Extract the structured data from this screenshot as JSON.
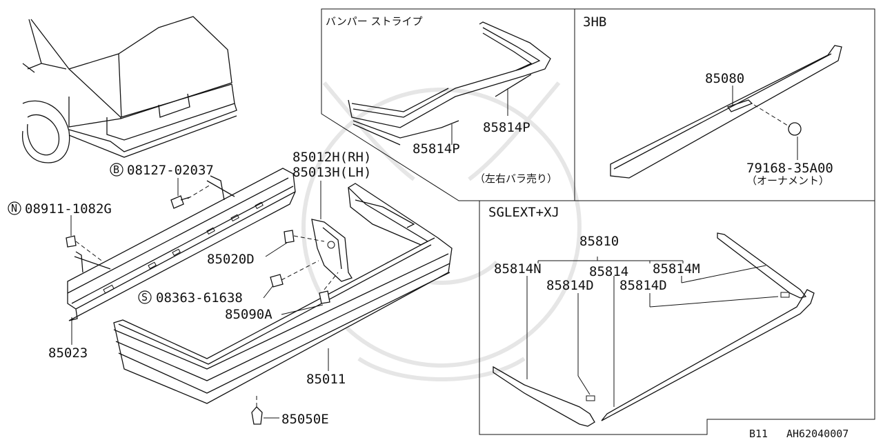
{
  "panels": {
    "bumper_stripe": {
      "title": "バンパー ストライプ",
      "note": "（左右バラ売り）",
      "parts": [
        "85814P",
        "85814P"
      ]
    },
    "hb3": {
      "title": "3HB",
      "parts": [
        "85080",
        "79168-35A00"
      ],
      "ornament_note": "（オーナメント）"
    },
    "sglext": {
      "title": "SGLEXT+XJ",
      "parts": [
        "85810",
        "85814N",
        "85814",
        "85814M",
        "85814D",
        "85814D"
      ]
    }
  },
  "main_parts": {
    "bolt_b": {
      "prefix": "B",
      "number": "08127-02037"
    },
    "nut_n": {
      "prefix": "N",
      "number": "08911-1082G"
    },
    "screw_s": {
      "prefix": "S",
      "number": "08363-61638"
    },
    "bracket_rh": "85012H(RH)",
    "bracket_lh": "85013H(LH)",
    "p85020d": "85020D",
    "p85090a": "85090A",
    "p85023": "85023",
    "p85011": "85011",
    "p85050e": "85050E"
  },
  "footer": {
    "group": "B11",
    "ref": "AH62040007"
  },
  "colors": {
    "line": "#111111",
    "background": "#ffffff"
  }
}
